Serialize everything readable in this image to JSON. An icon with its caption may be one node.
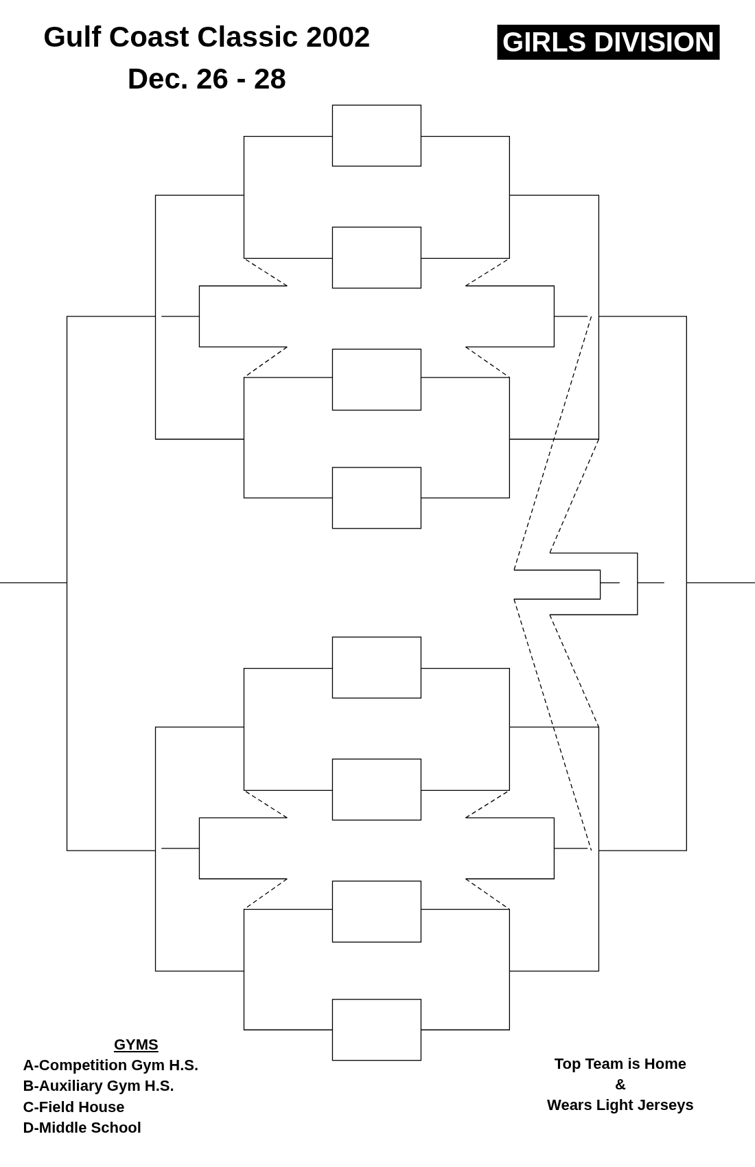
{
  "diagram": {
    "title": "Gulf Coast Classic 2002",
    "labels": [
      "Dec. 26 - 28",
      "GIRLS DIVISION",
      "GYMS",
      "A-Competition Gym H.S.",
      "B-Auxiliary Gym H.S.",
      "C-Field House",
      "D-Middle School",
      "Top Team is Home",
      "&",
      "Wears Light Jerseys"
    ]
  }
}
